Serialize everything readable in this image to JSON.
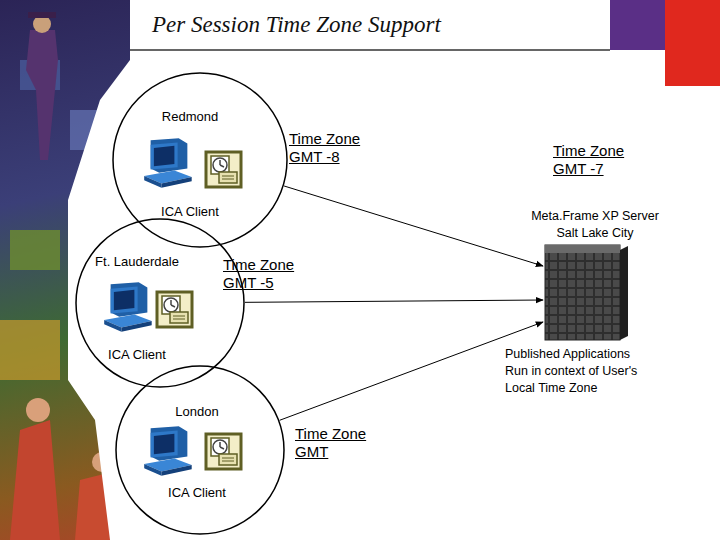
{
  "diagram": {
    "title": "Per Session Time Zone Support",
    "nodes": [
      {
        "text": [
          "Redmond",
          "Time Zone GMT -8",
          "ICA Client"
        ]
      },
      {
        "text": [
          "Ft. Lauderdale",
          "Time Zone GMT -5",
          "ICA Client"
        ]
      },
      {
        "text": [
          "London",
          "Time Zone GMT",
          "ICA Client"
        ]
      },
      {
        "text": [
          "Time Zone GMT -7",
          "Meta.Frame XP Server Salt Lake City",
          "Published Applications Run in context of User's Local Time Zone"
        ]
      }
    ],
    "edges": [
      {
        "from": 0,
        "to": 3,
        "arrow": "to"
      },
      {
        "from": 1,
        "to": 3,
        "arrow": "to"
      },
      {
        "from": 2,
        "to": 3,
        "arrow": "to"
      }
    ]
  }
}
